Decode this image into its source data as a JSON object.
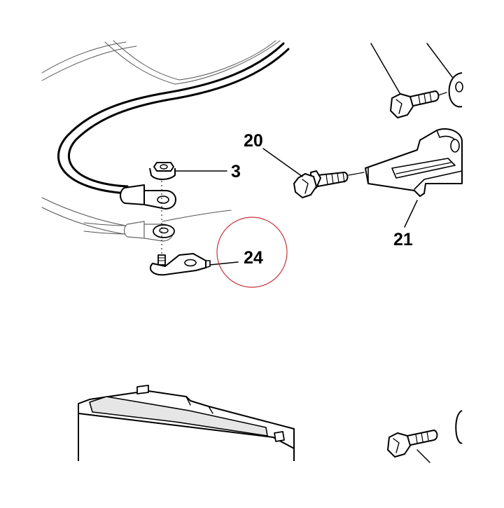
{
  "callouts": {
    "part_3": "3",
    "part_20": "20",
    "part_21": "21",
    "part_24": "24"
  },
  "highlight": {
    "target_part": "24",
    "color": "#c8323c"
  }
}
